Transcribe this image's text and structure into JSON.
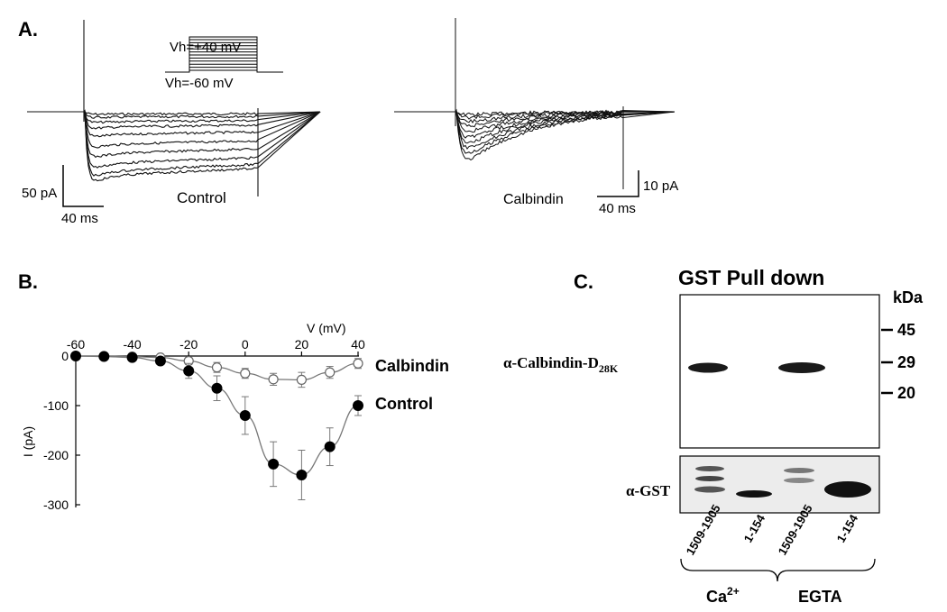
{
  "panels": {
    "a": "A.",
    "b": "B.",
    "c": "C."
  },
  "panel_a": {
    "protocol_top": "Vh=+40 mV",
    "protocol_bottom": "Vh=-60 mV",
    "control": {
      "label": "Control",
      "scale_y": "50 pA",
      "scale_x": "40 ms"
    },
    "calbindin": {
      "label": "Calbindin",
      "scale_y": "10 pA",
      "scale_x": "40 ms"
    }
  },
  "panel_c": {
    "title": "GST Pull down",
    "kda_label": "kDa",
    "markers": [
      "45",
      "29",
      "20"
    ],
    "blot1_label_main": "α-Calbindin-D",
    "blot1_label_sub": "28K",
    "blot2_label": "α-GST",
    "lanes": [
      "1509-1905",
      "1-154",
      "1509-1905",
      "1-154"
    ],
    "group1_base": "Ca",
    "group1_sup": "2+",
    "group2": "EGTA"
  },
  "chart_data": {
    "type": "line",
    "title": "",
    "xlabel": "V (mV)",
    "ylabel": "I (pA)",
    "xlim": [
      -60,
      40
    ],
    "ylim": [
      -300,
      0
    ],
    "x_ticks": [
      "-60",
      "-40",
      "-20",
      "0",
      "20",
      "40"
    ],
    "y_ticks": [
      "0",
      "-100",
      "-200",
      "-300"
    ],
    "series": [
      {
        "name": "Calbindin",
        "marker": "open-circle",
        "x": [
          -60,
          -50,
          -40,
          -30,
          -20,
          -10,
          0,
          10,
          20,
          30,
          40
        ],
        "y": [
          0,
          0,
          -1,
          -3,
          -10,
          -23,
          -35,
          -47,
          -48,
          -33,
          -15
        ],
        "err": [
          0,
          0,
          2,
          3,
          7,
          10,
          10,
          12,
          15,
          12,
          10
        ]
      },
      {
        "name": "Control",
        "marker": "filled-circle",
        "x": [
          -60,
          -50,
          -40,
          -30,
          -20,
          -10,
          0,
          10,
          20,
          30,
          40
        ],
        "y": [
          0,
          -1,
          -3,
          -10,
          -30,
          -65,
          -120,
          -218,
          -240,
          -183,
          -100
        ],
        "err": [
          0,
          0,
          2,
          5,
          15,
          25,
          38,
          45,
          50,
          38,
          20
        ]
      }
    ]
  }
}
